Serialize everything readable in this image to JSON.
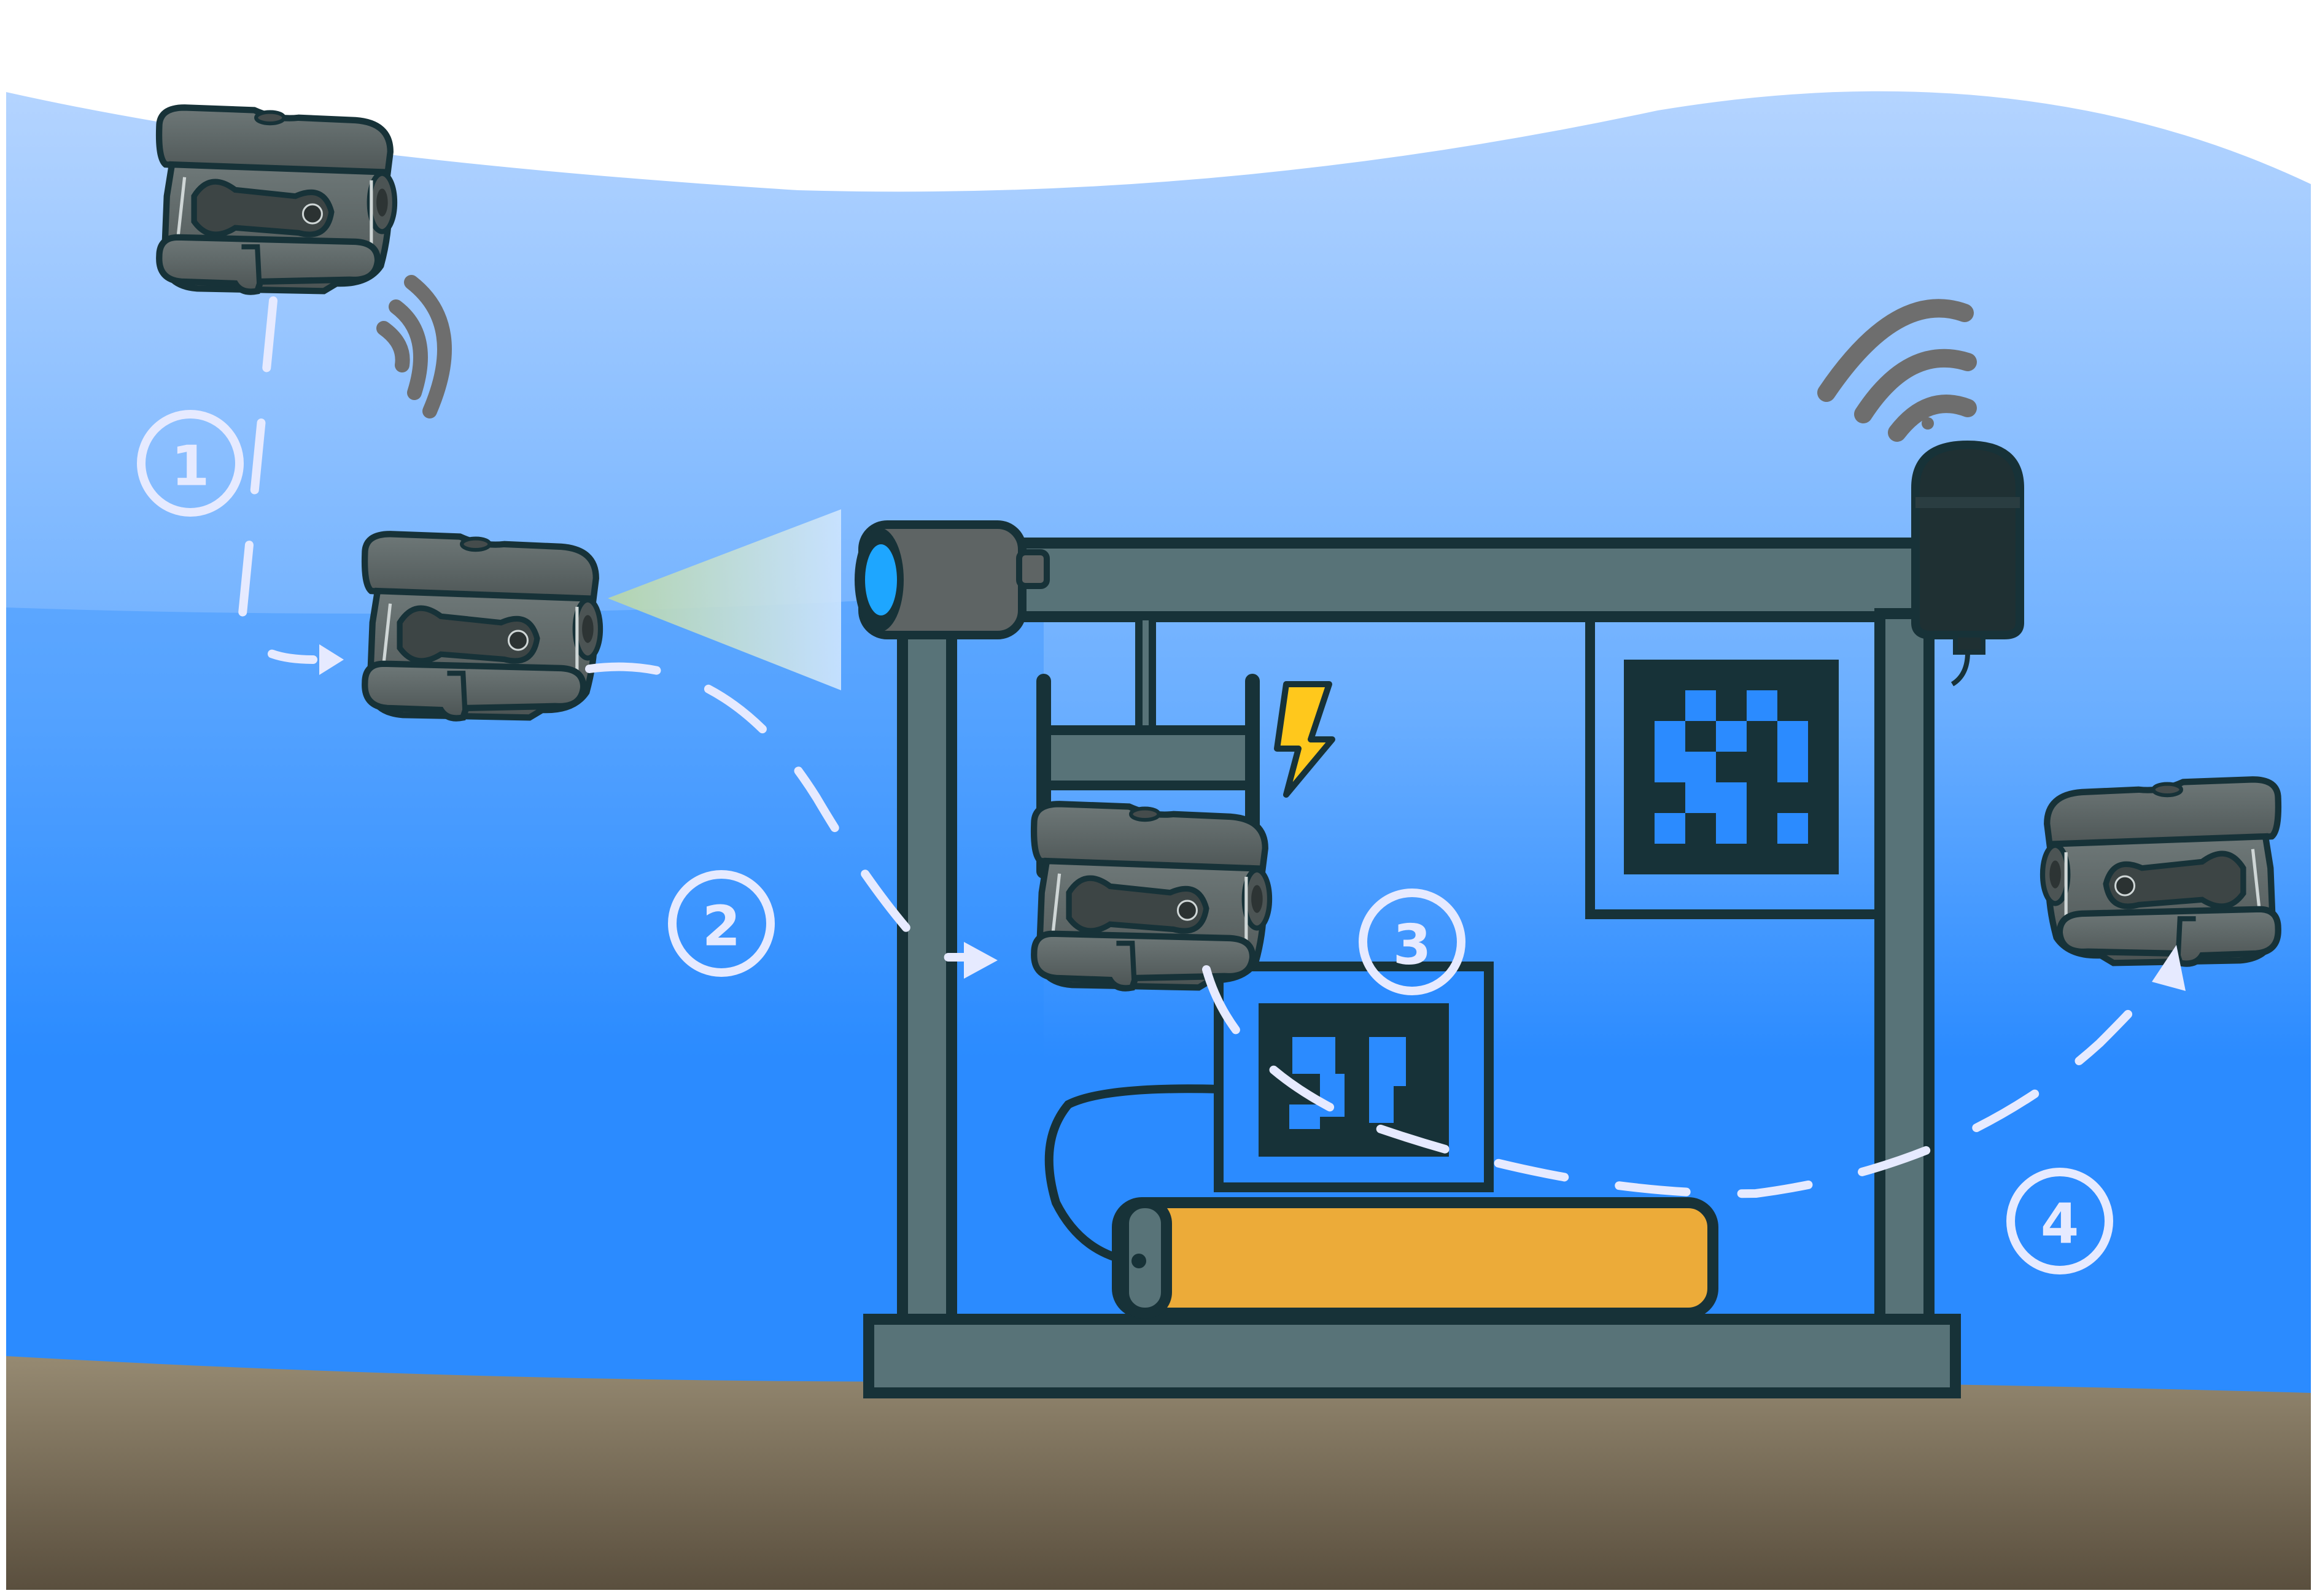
{
  "colors": {
    "water_top": "#b4d4ff",
    "water_mid": "#5aa4ff",
    "water_deep": "#2b8bff",
    "seabed_top": "#968a72",
    "seabed_bottom": "#5a4f3e",
    "frame_fill": "#587378",
    "frame_outline": "#173238",
    "rov_body": "#565f5f",
    "rov_highlight": "#6e7878",
    "battery": "#ecab39",
    "camera_lens": "#1ea6ff",
    "path_dash": "#e6eaff",
    "wifi_signal": "#6e6e6e",
    "lightning": "#ffc81c"
  },
  "icons": {
    "signal": "wireless-signal-icon",
    "wifi": "wifi-icon",
    "lightning": "lightning-bolt-icon",
    "fiducial_marker": "aruco-marker-icon"
  },
  "steps": [
    {
      "label": "1"
    },
    {
      "label": "2"
    },
    {
      "label": "3"
    },
    {
      "label": "4"
    }
  ]
}
